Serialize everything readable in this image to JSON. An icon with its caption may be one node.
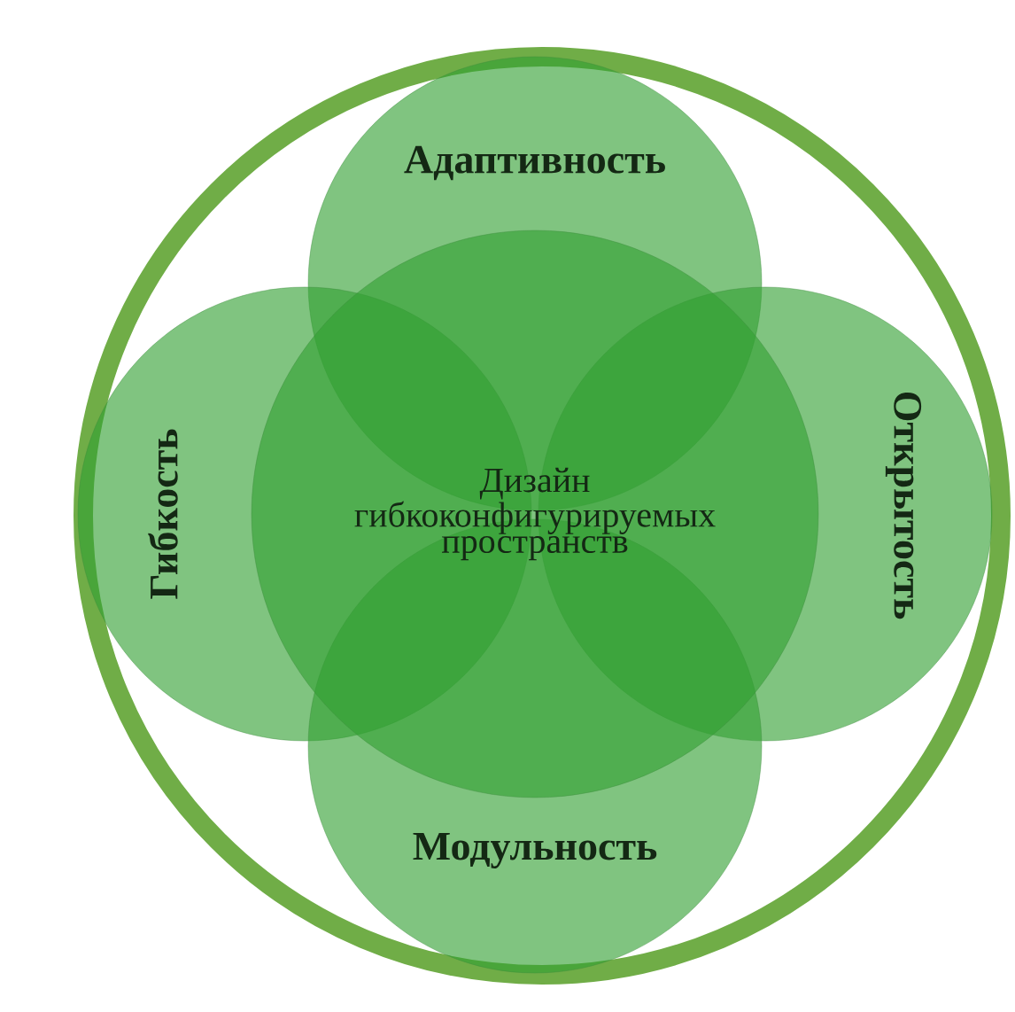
{
  "diagram": {
    "nodes": [
      {
        "text": [
          "Адаптивность"
        ]
      },
      {
        "text": [
          "Гибкость"
        ]
      },
      {
        "text": [
          "Дизайн гибкоконфигурируемых пространств"
        ]
      },
      {
        "text": [
          "Открытость"
        ]
      },
      {
        "text": [
          "Модульность"
        ]
      }
    ]
  }
}
